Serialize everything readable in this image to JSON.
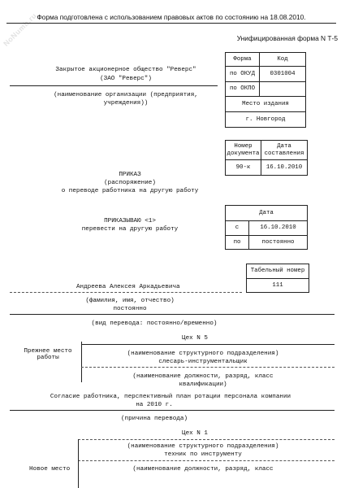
{
  "watermark": "NoNumb.ru",
  "top_notice": "Форма подготовлена с использованием правовых актов по состоянию на 18.08.2010.",
  "unified_form": "Унифицированная форма N Т-5",
  "org": {
    "name_line1": "Закрытое акционерное общество \"Реверс\"",
    "name_line2": "(ЗАО \"Реверс\")",
    "caption": "(наименование организации (предприятия,",
    "caption2": "учреждения))"
  },
  "codes": {
    "col_form": "Форма",
    "col_code": "Код",
    "okud_label": "по ОКУД",
    "okud_value": "0301004",
    "okpo_label": "по ОКПО",
    "okpo_value": "",
    "place_label": "Место издания",
    "place_value": "г. Новгород"
  },
  "docnum": {
    "col_number": "Номер\nдокумента",
    "col_date": "Дата\nсоставления",
    "number": "90-к",
    "date": "16.10.2010"
  },
  "title": {
    "line1": "ПРИКАЗ",
    "line2": "(распоряжение)",
    "line3": "о переводе работника на другую работу"
  },
  "dates": {
    "header": "Дата",
    "from_label": "с",
    "from_value": "16.10.2010",
    "to_label": "по",
    "to_value": "постоянно"
  },
  "order": {
    "line1": "ПРИКАЗЫВАЮ <1>",
    "line2": "перевести на другую работу"
  },
  "tab": {
    "header": "Табельный номер",
    "value": "111"
  },
  "employee": {
    "name": "Андреева Алексея Аркадьевича",
    "name_caption": "(фамилия, имя, отчество)",
    "duration": "постоянно",
    "duration_caption": "(вид перевода: постоянно/временно)"
  },
  "prev": {
    "label1": "Прежнее место",
    "label2": "работы",
    "dept": "Цех N 5",
    "dept_caption": "(наименование структурного подразделения)",
    "position": "слесарь-инструментальщик",
    "position_caption": "(наименование должности, разряд, класс",
    "position_caption2": "квалификации)"
  },
  "reason": {
    "line1": "Согласие работника, перспективный план ротации персонала компании",
    "line2": "на 2010 г.",
    "caption": "(причина перевода)"
  },
  "new": {
    "dept": "Цех N 1",
    "dept_caption": "(наименование структурного подразделения)",
    "position": "техник по инструменту",
    "label": "Новое место",
    "position_caption": "(наименование должности, разряд, класс"
  }
}
